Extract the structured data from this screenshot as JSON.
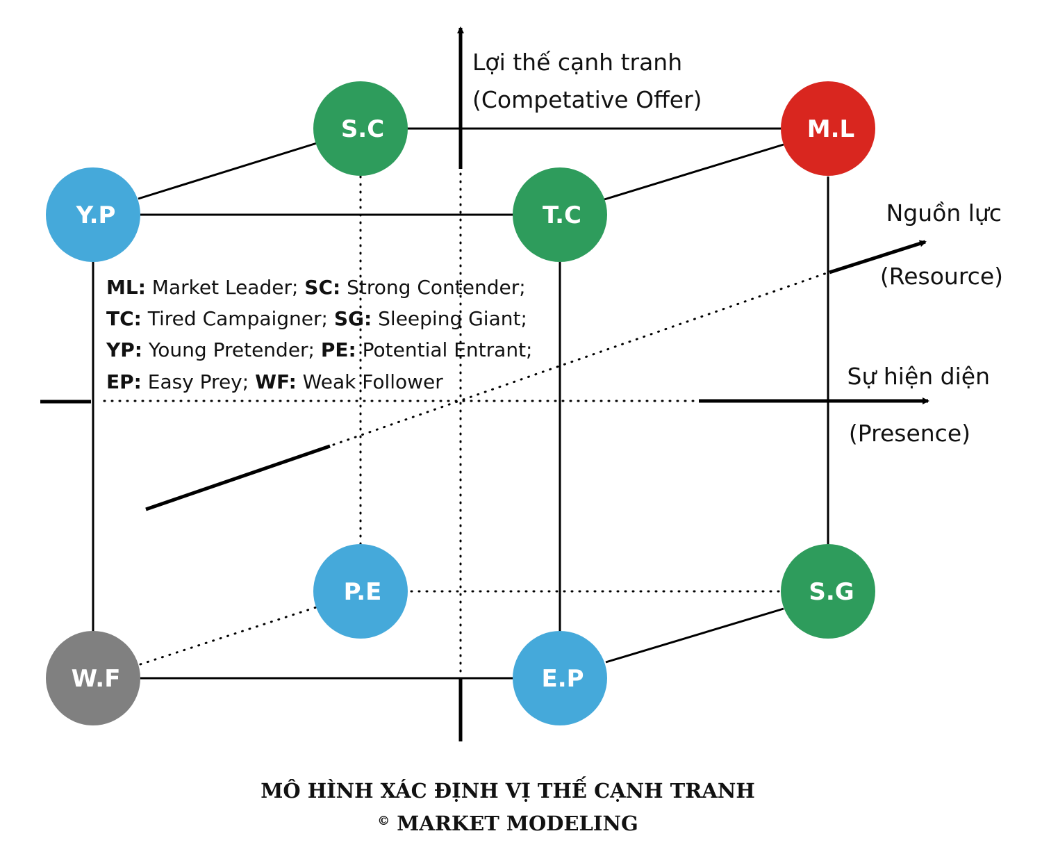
{
  "nodes": {
    "ml": {
      "label": "M.L",
      "color": "#d9261f"
    },
    "sc": {
      "label": "S.C",
      "color": "#2e9c5c"
    },
    "tc": {
      "label": "T.C",
      "color": "#2e9c5c"
    },
    "sg": {
      "label": "S.G",
      "color": "#2e9c5c"
    },
    "yp": {
      "label": "Y.P",
      "color": "#45a9da"
    },
    "pe": {
      "label": "P.E",
      "color": "#45a9da"
    },
    "ep": {
      "label": "E.P",
      "color": "#45a9da"
    },
    "wf": {
      "label": "W.F",
      "color": "#808080"
    }
  },
  "axes": {
    "vertical": {
      "line1": "Lợi thế cạnh tranh",
      "line2": "(Competative Offer)"
    },
    "resource": {
      "line1": "Nguồn lực",
      "line2": "(Resource)"
    },
    "presence": {
      "line1": "Sự hiện diện",
      "line2": "(Presence)"
    }
  },
  "legend": [
    [
      {
        "abbr": "ML:",
        "text": " Market Leader; "
      },
      {
        "abbr": "SC:",
        "text": " Strong Contender;"
      }
    ],
    [
      {
        "abbr": "TC:",
        "text": " Tired Campaigner; "
      },
      {
        "abbr": "SG:",
        "text": " Sleeping Giant;"
      }
    ],
    [
      {
        "abbr": "YP:",
        "text": " Young Pretender; "
      },
      {
        "abbr": "PE:",
        "text": " Potential Entrant;"
      }
    ],
    [
      {
        "abbr": "EP:",
        "text": " Easy Prey; "
      },
      {
        "abbr": "WF:",
        "text": " Weak Follower"
      }
    ]
  ],
  "caption": {
    "title": "MÔ HÌNH XÁC ĐỊNH VỊ THẾ CẠNH TRANH",
    "copyright_symbol": "©",
    "brand": "MARKET MODELING"
  }
}
